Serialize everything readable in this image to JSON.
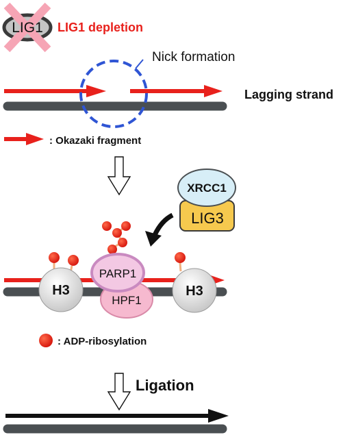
{
  "labels": {
    "lig1": "LIG1",
    "lig1_depletion": "LIG1 depletion",
    "nick_formation": "Nick formation",
    "lagging_strand": "Lagging strand",
    "okazaki_legend": ": Okazaki fragment",
    "xrcc1": "XRCC1",
    "lig3": "LIG3",
    "parp1": "PARP1",
    "hpf1": "HPF1",
    "h3": "H3",
    "adp_legend": ": ADP-ribosylation",
    "ligation": "Ligation"
  },
  "colors": {
    "red": "#e8211c",
    "depletion_text": "#e8211c",
    "dna_gray": "#4a4f52",
    "nick_circle": "#2f55d4",
    "cross_pink": "#f6a5b5",
    "lig1_fill": "#bfbfbf",
    "xrcc1_fill": "#d7eef7",
    "lig3_fill": "#f6c94e",
    "parp1_fill": "#f3c8e3",
    "parp1_stroke": "#c98ac0",
    "hpf1_fill": "#f6b9cf",
    "h3_fill": "#e2e2e2",
    "adp_red": "#e8211c",
    "adp_stalk": "#f0b080",
    "black": "#111111"
  }
}
